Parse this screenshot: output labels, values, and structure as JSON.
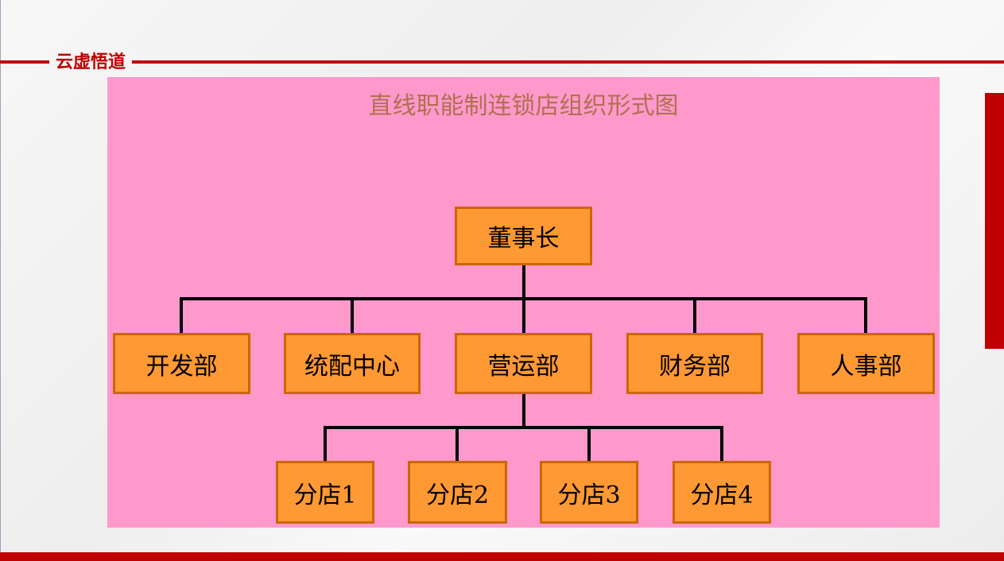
{
  "brand": "云虚悟道",
  "title": "直线职能制连锁店组织形式图",
  "root": "董事长",
  "departments": [
    "开发部",
    "统配中心",
    "营运部",
    "财务部",
    "人事部"
  ],
  "stores": [
    "分店1",
    "分店2",
    "分店3",
    "分店4"
  ],
  "colors": {
    "accent": "#c00000",
    "panel": "#ff99cc",
    "box": "#ff9933",
    "box_border": "#cc6600"
  }
}
